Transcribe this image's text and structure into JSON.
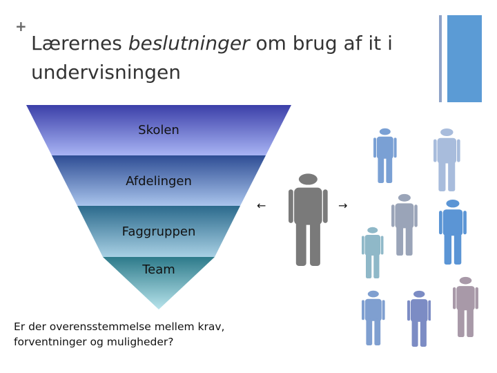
{
  "slide": {
    "title_pre": "Lærernes ",
    "title_em": "beslutninger",
    "title_post": " om brug af it i undervisningen",
    "plus": "+",
    "question": "Er der overensstemmelse mellem krav, forventninger og muligheder?"
  },
  "funnel": {
    "levels": [
      "Skolen",
      "Afdelingen",
      "Faggruppen",
      "Team"
    ]
  },
  "arrows": {
    "left": "←",
    "right": "→"
  },
  "people": {
    "center_color": "#7a7a7a",
    "colors": [
      "#7aa0d4",
      "#a8bcdc",
      "#9aa4b8",
      "#5b95d5",
      "#8fb8c8",
      "#7f9fd0",
      "#7c8cc4",
      "#a899a8"
    ]
  }
}
